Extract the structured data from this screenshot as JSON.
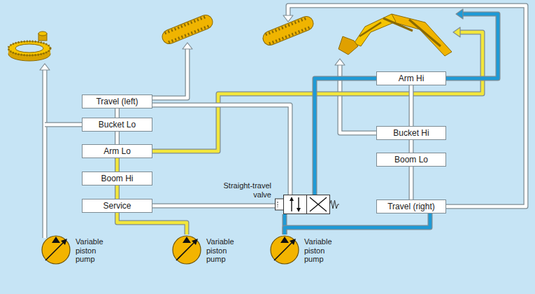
{
  "diagram": {
    "nodes": [
      {
        "text": [
          "Travel (left)"
        ]
      },
      {
        "text": [
          "Bucket Lo"
        ]
      },
      {
        "text": [
          "Arm Lo"
        ]
      },
      {
        "text": [
          "Boom Hi"
        ]
      },
      {
        "text": [
          "Service"
        ]
      },
      {
        "text": [
          "Arm Hi"
        ]
      },
      {
        "text": [
          "Bucket Hi"
        ]
      },
      {
        "text": [
          "Boom Lo"
        ]
      },
      {
        "text": [
          "Travel (right)"
        ]
      },
      {
        "text": [
          "Straight-travel valve"
        ]
      },
      {
        "text": [
          "Variable piston pump"
        ]
      },
      {
        "text": [
          "Variable piston pump"
        ]
      },
      {
        "text": [
          "Variable piston pump"
        ]
      }
    ],
    "edges": [
      {
        "from": 0,
        "to": 1,
        "arrow": "none"
      },
      {
        "from": 1,
        "to": 2,
        "arrow": "none"
      },
      {
        "from": 2,
        "to": 3,
        "arrow": "none"
      },
      {
        "from": 3,
        "to": 4,
        "arrow": "none"
      },
      {
        "from": 5,
        "to": 6,
        "arrow": "none"
      },
      {
        "from": 6,
        "to": 7,
        "arrow": "none"
      },
      {
        "from": 7,
        "to": 8,
        "arrow": "none"
      },
      {
        "from": 4,
        "to": 9,
        "arrow": "none"
      },
      {
        "from": 0,
        "to": 9,
        "arrow": "none"
      },
      {
        "from": 11,
        "to": 4,
        "arrow": "none"
      },
      {
        "from": 12,
        "to": 9,
        "arrow": "none"
      },
      {
        "from": 12,
        "to": 8,
        "arrow": "none"
      },
      {
        "from": 9,
        "to": 5,
        "arrow": "none"
      }
    ]
  }
}
